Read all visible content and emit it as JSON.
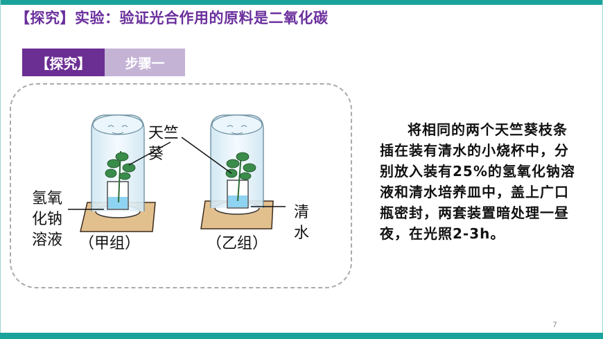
{
  "slide": {
    "title": "【探究】实验：验证光合作用的原料是二氧化碳",
    "tab_main": "【探究】",
    "tab_step": "步骤一",
    "labels": {
      "plant_1": "天竺",
      "plant_2": "葵",
      "naoh_1": "氢氧",
      "naoh_2": "化钠",
      "naoh_3": "溶液",
      "group_a": "（甲组）",
      "group_b": "（乙组）",
      "water_1": "清",
      "water_2": "水"
    },
    "description": "将相同的两个天竺葵枝条插在装有清水的小烧杯中，分别放入装有25%的氢氧化钠溶液和清水培养皿中，盖上广口瓶密封，两套装置暗处理一昼夜，在光照2-3h。",
    "page_number": "7"
  },
  "colors": {
    "accent_teal": "#1aa39a",
    "title_purple": "#6a2f9c",
    "tab_dark": "#6b2e93",
    "tab_light": "#c5b3d6",
    "water_blue": "#8fd3f2",
    "leaf_green": "#3a8c4a"
  }
}
